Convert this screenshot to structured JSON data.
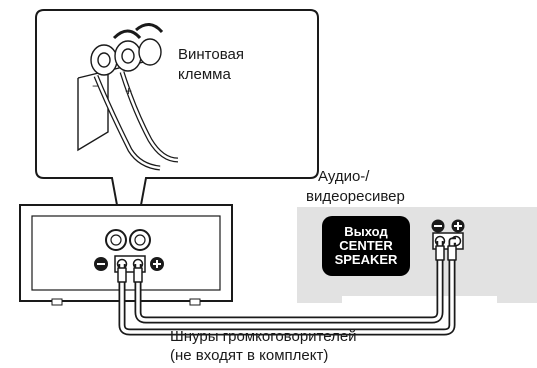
{
  "labels": {
    "screw_terminal_line1": "Винтовая",
    "screw_terminal_line2": "клемма",
    "receiver_line1": "Аудио-/",
    "receiver_line2": "видеоресивер",
    "output_line1": "Выход",
    "output_line2": "CENTER",
    "output_line3": "SPEAKER",
    "cables_line1": "Шнуры громкоговорителей",
    "cables_line2": "(не входят в комплект)"
  },
  "polarity": {
    "minus": "−",
    "plus": "+"
  },
  "colors": {
    "line": "#1a1a1a",
    "receiver_fill": "#e2e2e2",
    "badge_bg": "#000000",
    "badge_text": "#ffffff"
  }
}
